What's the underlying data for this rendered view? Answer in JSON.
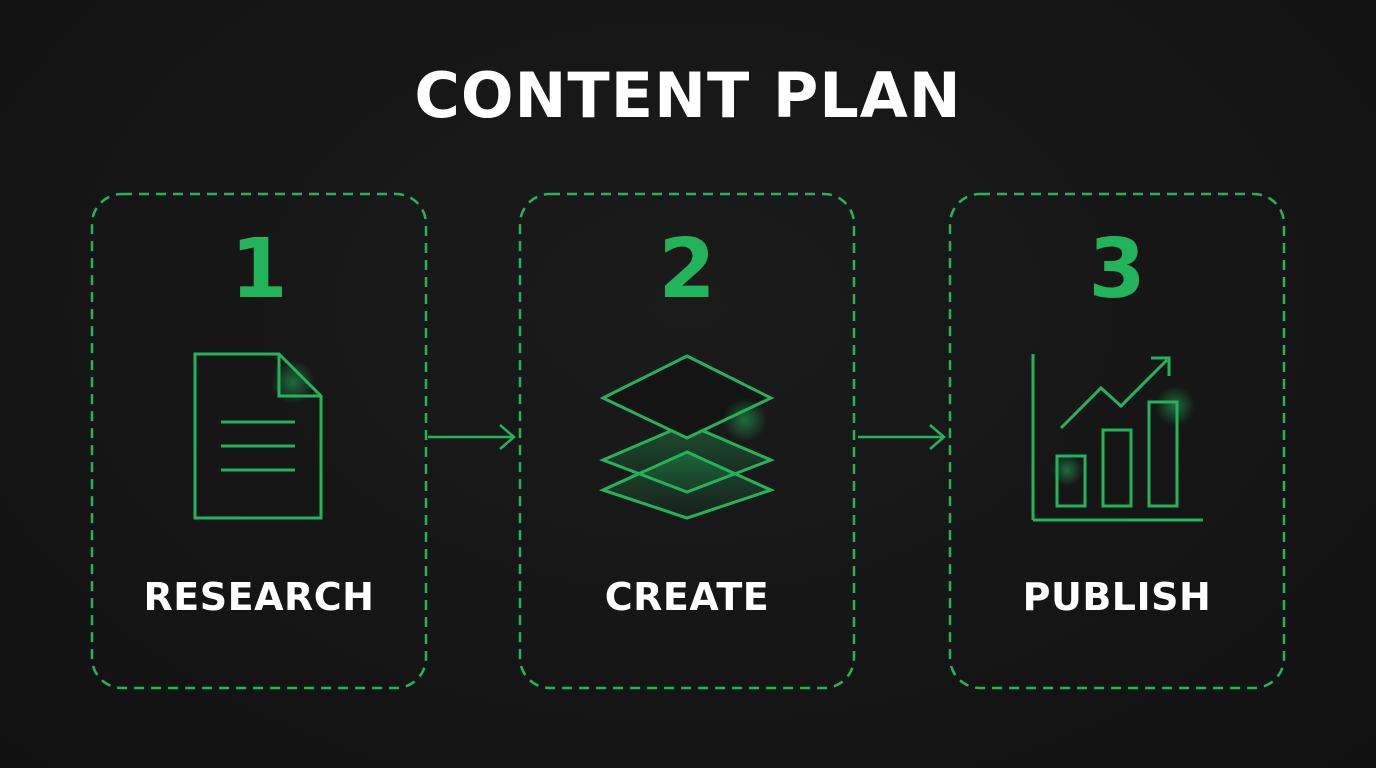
{
  "title": "CONTENT PLAN",
  "colors": {
    "background": "#161616",
    "accent": "#22b45a",
    "text": "#ffffff"
  },
  "stages": [
    {
      "number": "1",
      "label": "RESEARCH",
      "icon": "document-icon"
    },
    {
      "number": "2",
      "label": "CREATE",
      "icon": "layers-icon"
    },
    {
      "number": "3",
      "label": "PUBLISH",
      "icon": "growth-chart-icon"
    }
  ]
}
